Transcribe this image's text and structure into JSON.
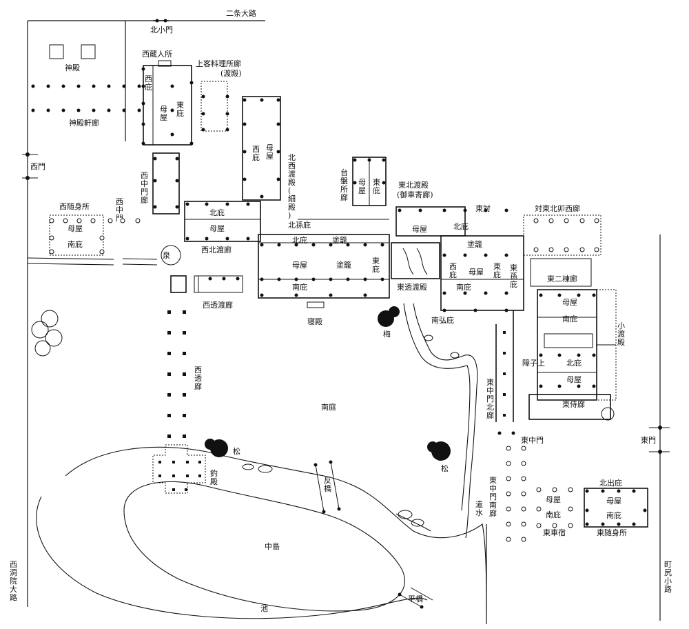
{
  "roads": {
    "north": "二条大路",
    "west": "西洞院大路",
    "east": "町尻小路"
  },
  "gates": {
    "north_small": "北小門",
    "west": "西門",
    "west_middle": "西中門",
    "east_middle": "東中門",
    "east": "東門"
  },
  "buildings": {
    "shrine": "神殿",
    "shrine_corridor": "神殿軒廊",
    "west_storehouse": "西蔵人所",
    "upper_guest_kitchen": "上客料理所廊",
    "watadono_paren": "(渡殿)",
    "west_hisashi": "西庇",
    "omoya": "母屋",
    "east_hisashi": "東庇",
    "west_middle_gate_corridor": "西中門廊",
    "west_attendants": "西随身所",
    "south_hisashi": "南庇",
    "north_hisashi": "北庇",
    "west_north_watadono": "西北渡廊",
    "izumi": "泉",
    "west_sukiwatadono": "西透渡廊",
    "west_sukiro": "西透廊",
    "north_west_watadono": "北西渡殿(細殿)",
    "daibandokoro_corridor": "台盤所廊",
    "east_north_watadono": "東北渡殿",
    "mikurumayose": "(御車寄廊)",
    "east_tai": "東対",
    "east_tai_north_u_west_corridor": "対東北卯西廊",
    "north_mago_hisashi": "北孫庇",
    "nurigome": "塗籠",
    "shinden": "寝殿",
    "east_sukiwatadono": "東透渡殿",
    "east_mago_hisashi": "東孫庇",
    "east_second_corridor": "東二棟廊",
    "shoji_ue": "障子上",
    "ko_watadono": "小渡殿",
    "east_samurai_corridor": "東侍廊",
    "east_middle_gate_north_corridor": "東中門北廊",
    "east_middle_gate_south_corridor": "東中門南廊",
    "east_carriage": "東車宿",
    "north_ide_hisashi": "北出庇",
    "east_attendants": "東随身所",
    "tsuridono": "釣殿",
    "ume": "梅",
    "matsu": "松",
    "east_hiro_hisashi": "南弘庇"
  },
  "garden": {
    "south_court": "南庭",
    "pond": "池",
    "island": "中島",
    "stream": "遣水",
    "sorihashi": "反橋",
    "hirabashi": "平橋"
  }
}
